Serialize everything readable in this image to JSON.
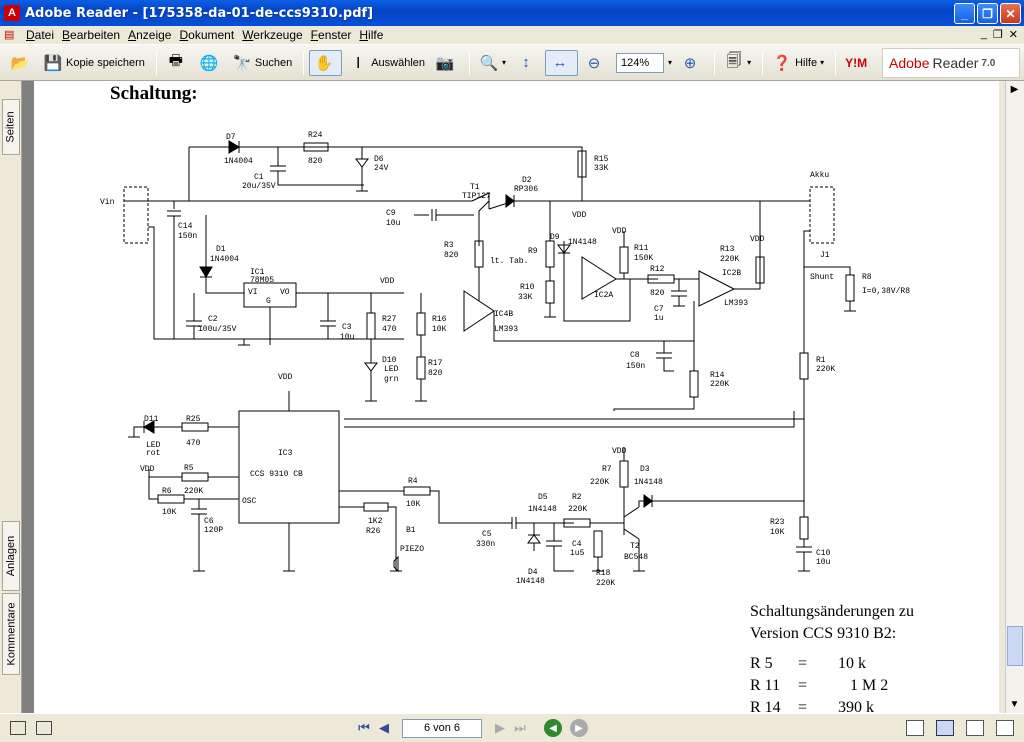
{
  "window": {
    "title": "Adobe Reader - [175358-da-01-de-ccs9310.pdf]"
  },
  "menu": [
    "Datei",
    "Bearbeiten",
    "Anzeige",
    "Dokument",
    "Werkzeuge",
    "Fenster",
    "Hilfe"
  ],
  "toolbar": {
    "save_label": "Kopie speichern",
    "search_label": "Suchen",
    "select_label": "Auswählen",
    "zoom_value": "124%",
    "help_label": "Hilfe"
  },
  "brand": {
    "name": "Adobe",
    "product": "Reader",
    "version": "7.0"
  },
  "left_tabs": [
    "Seiten",
    "Anlagen",
    "Kommentare"
  ],
  "status": {
    "page_indicator": "6 von 6"
  },
  "document": {
    "heading": "Schaltung:",
    "labels": {
      "d7": "D7",
      "d7v": "1N4004",
      "r24": "R24",
      "r24v": "820",
      "d6": "D6",
      "d6v": "24V",
      "c1": "C1",
      "c1v": "20u/35V",
      "r15": "R15",
      "r15v": "33K",
      "vin": "Vin",
      "c14": "C14",
      "c14v": "150n",
      "t1": "T1",
      "t1v": "TIP127",
      "d2": "D2",
      "d2v": "RP306",
      "c9": "C9",
      "c9v": "10u",
      "akku": "Akku",
      "j1": "J1",
      "d1": "D1",
      "d1v": "1N4004",
      "ic1": "IC1",
      "ic1v": "78M05",
      "vi": "VI",
      "vo": "VO",
      "g": "G",
      "r3": "R3",
      "r3v": "820",
      "lt": "lt. Tab.",
      "r9": "R9",
      "d9": "D9",
      "d9v": "1N4148",
      "r11": "R11",
      "r11v": "150K",
      "r13": "R13",
      "r13v": "220K",
      "ic2b": "IC2B",
      "shunt": "Shunt",
      "r8": "R8",
      "r8v": "I=0,38V/R8",
      "r12": "R12",
      "r12v": "820",
      "r10": "R10",
      "r10v": "33K",
      "ic2a": "IC2A",
      "c7": "C7",
      "c7v": "1u",
      "lm393": "LM393",
      "c2": "C2",
      "c2v": "100u/35V",
      "c3": "C3",
      "c3v": "10u",
      "r27": "R27",
      "r27v": "470",
      "r16": "R16",
      "r16v": "10K",
      "ic4b": "IC4B",
      "d10": "D10",
      "d10v": "LED",
      "d10c": "grn",
      "r17": "R17",
      "r17v": "820",
      "c8": "C8",
      "c8v": "150n",
      "r14": "R14",
      "r14v": "220K",
      "r1": "R1",
      "r1v": "220K",
      "vdd": "VDD",
      "d11": "D11",
      "d11v": "LED",
      "d11c": "rot",
      "r25": "R25",
      "r25v": "470",
      "ic3": "IC3",
      "ic3v": "CCS 9310 CB",
      "r5": "R5",
      "r5v": "220K",
      "r6": "R6",
      "r6v": "10K",
      "osc": "OSC",
      "c6": "C6",
      "c6v": "120P",
      "r4": "R4",
      "r4v": "10K",
      "r26": "R26",
      "r26v": "1K2",
      "b1": "B1",
      "b1v": "PIEZO",
      "c5": "C5",
      "c5v": "330n",
      "d5": "D5",
      "d5v": "1N4148",
      "r2": "R2",
      "r2v": "220K",
      "c4": "C4",
      "c4v": "1u5",
      "d4": "D4",
      "d4v": "1N4148",
      "r18": "R18",
      "r18v": "220K",
      "r7": "R7",
      "r7v": "220K",
      "d3": "D3",
      "d3v": "1N4148",
      "t2": "T2",
      "t2v": "BC548",
      "r23": "R23",
      "r23v": "10K",
      "c10": "C10",
      "c10v": "10u"
    },
    "notes": {
      "title1": "Schaltungsänderungen zu",
      "title2": "Version CCS 9310 B2:",
      "rows": [
        {
          "ref": "R 5",
          "eq": "=",
          "val": "10 k"
        },
        {
          "ref": "R 11",
          "eq": "=",
          "val": "1 M 2"
        },
        {
          "ref": "R 14",
          "eq": "=",
          "val": "390 k"
        }
      ]
    }
  }
}
